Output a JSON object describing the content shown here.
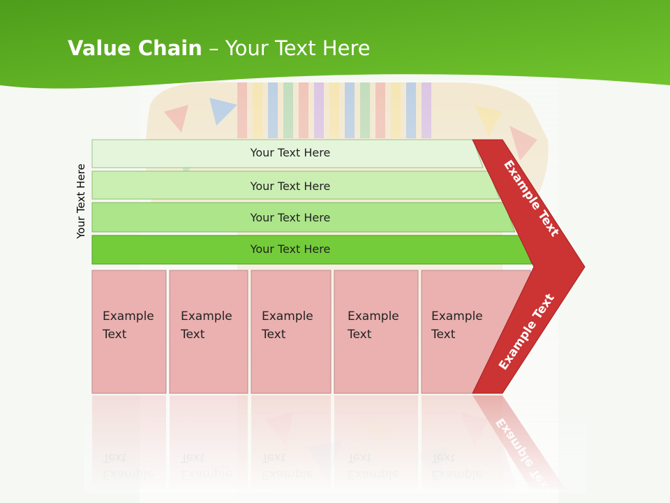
{
  "slide": {
    "title_bold": "Value Chain",
    "title_rest": " – Your Text Here",
    "side_label": "Your Text Here"
  },
  "bands": [
    {
      "label": "Your Text Here",
      "color": "#e5f5dc"
    },
    {
      "label": "Your Text Here",
      "color": "#cbeeb3"
    },
    {
      "label": "Your Text Here",
      "color": "#ace58a"
    },
    {
      "label": "Your Text Here",
      "color": "#74cc3a"
    }
  ],
  "boxes": [
    {
      "line1": "Example",
      "line2": "Text"
    },
    {
      "line1": "Example",
      "line2": "Text"
    },
    {
      "line1": "Example",
      "line2": "Text"
    },
    {
      "line1": "Example",
      "line2": "Text"
    },
    {
      "line1": "Example",
      "line2": "Text"
    }
  ],
  "chevron": {
    "upper_label": "Example Text",
    "lower_label": "Example Text",
    "color": "#cc3333"
  },
  "colors": {
    "header_green": "#5aae22",
    "box_pink": "#ebb0b0",
    "box_border": "#b98a8a"
  }
}
